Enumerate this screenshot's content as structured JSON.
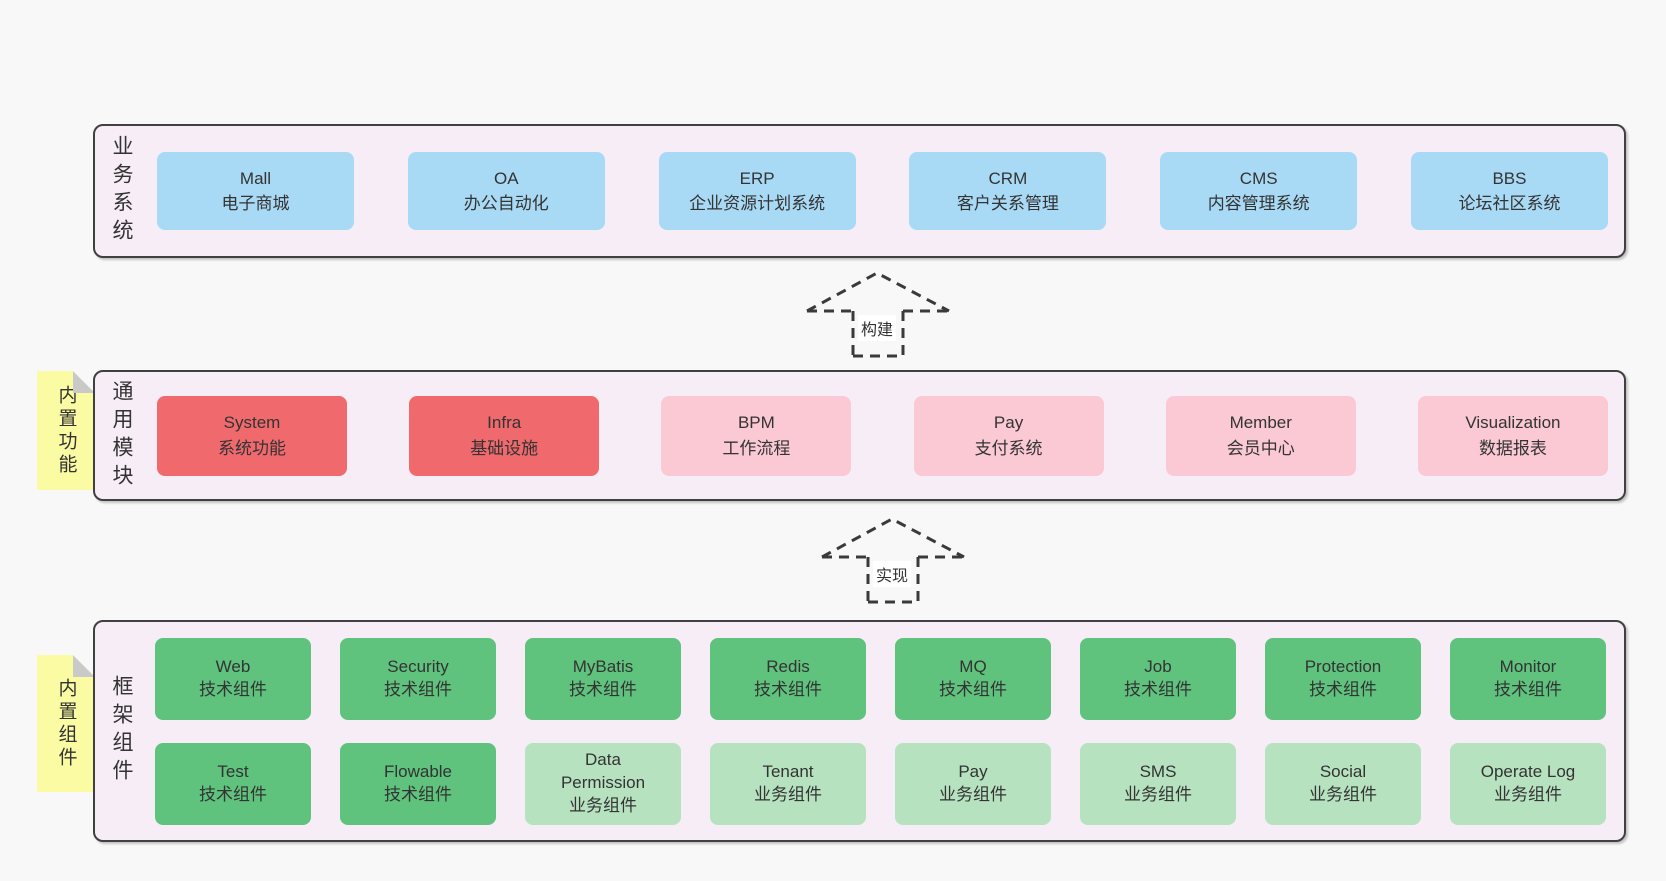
{
  "colors": {
    "page_bg": "#f8f8f8",
    "container_bg": "#f7edf6",
    "container_border": "#404040",
    "box_blue": "#a9daf5",
    "box_red": "#f0696d",
    "box_pink": "#fac9d4",
    "box_green": "#5fc27d",
    "box_lightgreen": "#b7e2c0",
    "sticky_yellow": "#fafba3",
    "sticky_fold": "#c9c9c9",
    "text": "#333333",
    "arrow": "#3a3a3a"
  },
  "s1": {
    "label": "业务系统",
    "boxes": [
      {
        "title": "Mall",
        "subtitle": "电子商城"
      },
      {
        "title": "OA",
        "subtitle": "办公自动化"
      },
      {
        "title": "ERP",
        "subtitle": "企业资源计划系统"
      },
      {
        "title": "CRM",
        "subtitle": "客户关系管理"
      },
      {
        "title": "CMS",
        "subtitle": "内容管理系统"
      },
      {
        "title": "BBS",
        "subtitle": "论坛社区系统"
      }
    ]
  },
  "arrow1": {
    "label": "构建"
  },
  "s2": {
    "label": "通用模块",
    "sticky": "内置功能",
    "boxes": [
      {
        "title": "System",
        "subtitle": "系统功能"
      },
      {
        "title": "Infra",
        "subtitle": "基础设施"
      },
      {
        "title": "BPM",
        "subtitle": "工作流程"
      },
      {
        "title": "Pay",
        "subtitle": "支付系统"
      },
      {
        "title": "Member",
        "subtitle": "会员中心"
      },
      {
        "title": "Visualization",
        "subtitle": "数据报表"
      }
    ]
  },
  "arrow2": {
    "label": "实现"
  },
  "s3": {
    "label": "框架组件",
    "sticky": "内置组件",
    "row1": [
      {
        "title": "Web",
        "subtitle": "技术组件"
      },
      {
        "title": "Security",
        "subtitle": "技术组件"
      },
      {
        "title": "MyBatis",
        "subtitle": "技术组件"
      },
      {
        "title": "Redis",
        "subtitle": "技术组件"
      },
      {
        "title": "MQ",
        "subtitle": "技术组件"
      },
      {
        "title": "Job",
        "subtitle": "技术组件"
      },
      {
        "title": "Protection",
        "subtitle": "技术组件"
      },
      {
        "title": "Monitor",
        "subtitle": "技术组件"
      }
    ],
    "row2": [
      {
        "title": "Test",
        "subtitle": "技术组件"
      },
      {
        "title": "Flowable",
        "subtitle": "技术组件"
      },
      {
        "title": "Data Permission",
        "subtitle": "业务组件"
      },
      {
        "title": "Tenant",
        "subtitle": "业务组件"
      },
      {
        "title": "Pay",
        "subtitle": "业务组件"
      },
      {
        "title": "SMS",
        "subtitle": "业务组件"
      },
      {
        "title": "Social",
        "subtitle": "业务组件"
      },
      {
        "title": "Operate Log",
        "subtitle": "业务组件"
      }
    ]
  }
}
